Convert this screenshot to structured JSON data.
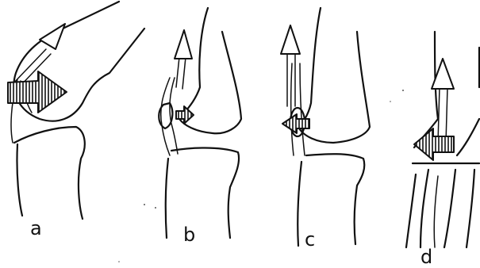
{
  "figure": {
    "panels": [
      {
        "id": "a",
        "label": "a"
      },
      {
        "id": "b",
        "label": "b"
      },
      {
        "id": "c",
        "label": "c"
      },
      {
        "id": "d",
        "label": "d"
      }
    ],
    "colors": {
      "ink": "#111111",
      "background": "#ffffff"
    },
    "icons": [
      "arrow-up-icon",
      "arrow-left-icon",
      "hatched-arrow-right-icon"
    ]
  }
}
